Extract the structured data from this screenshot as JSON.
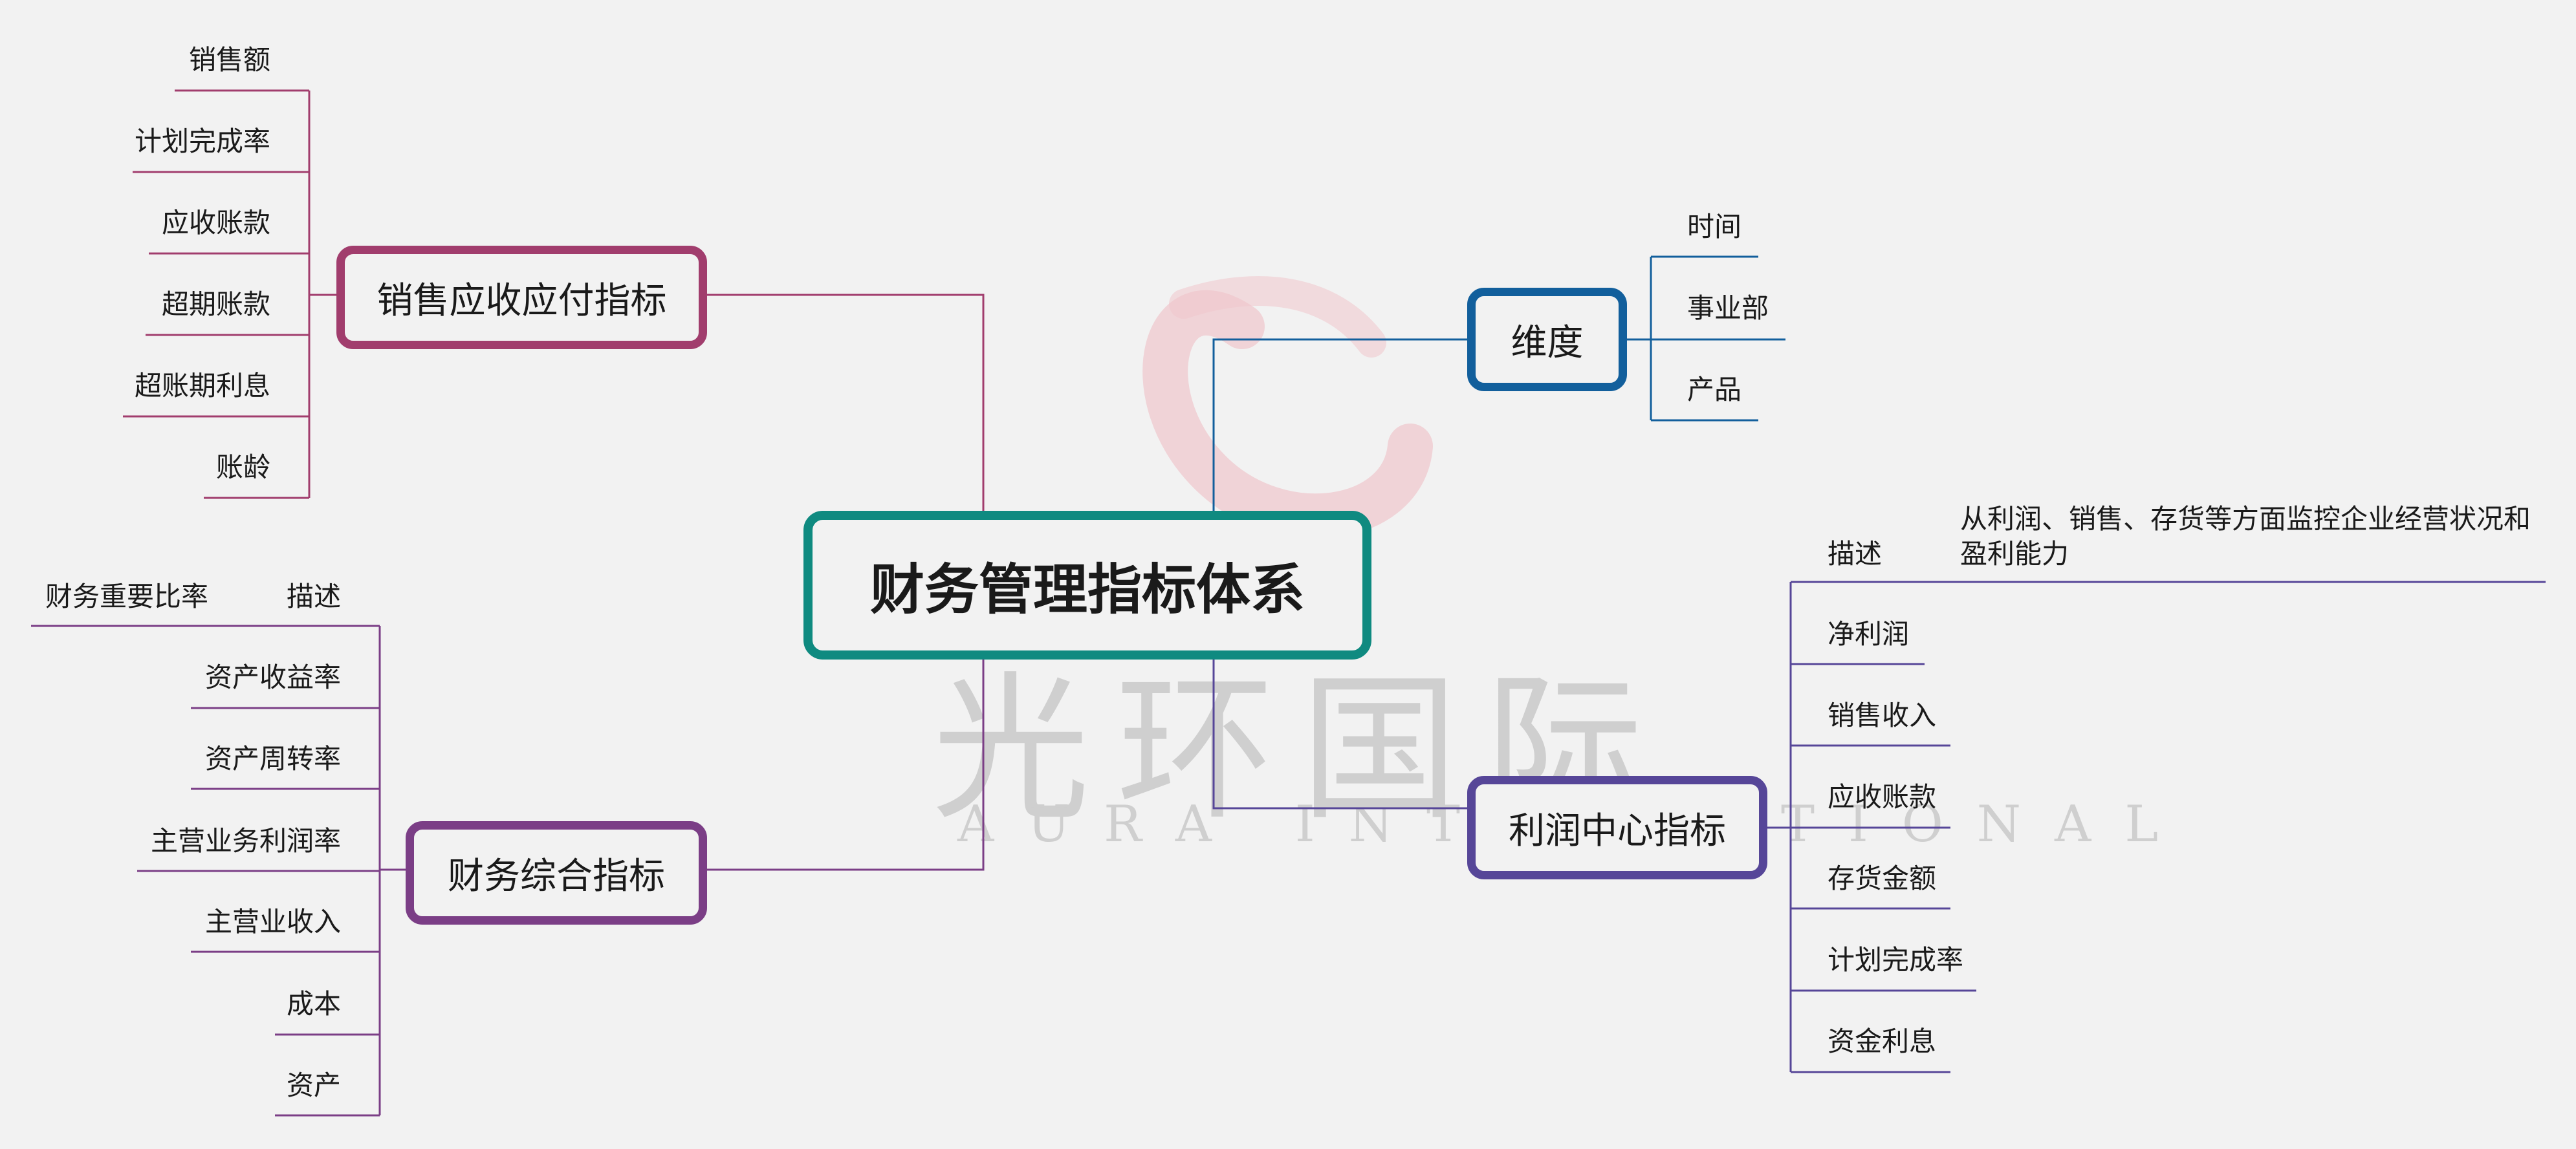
{
  "colors": {
    "background": "#f2f2f2",
    "root": "#0f8a80",
    "sales": "#a13d6d",
    "overall": "#7b3e86",
    "dimension": "#125f9c",
    "profit": "#564698"
  },
  "watermark": {
    "cn": "光环国际",
    "en": "AURA INTERNATIONAL"
  },
  "root": {
    "label": "财务管理指标体系"
  },
  "sales": {
    "label": "销售应收应付指标",
    "items": [
      "销售额",
      "计划完成率",
      "应收账款",
      "超期账款",
      "超账期利息",
      "账龄"
    ]
  },
  "overall": {
    "label": "财务综合指标",
    "desc": "描述",
    "desc_value": "财务重要比率",
    "items": [
      "资产收益率",
      "资产周转率",
      "主营业务利润率",
      "主营业收入",
      "成本",
      "资产"
    ]
  },
  "dimension": {
    "label": "维度",
    "items": [
      "时间",
      "事业部",
      "产品"
    ]
  },
  "profit": {
    "label": "利润中心指标",
    "desc": "描述",
    "desc_value_line1": "从利润、销售、存货等方面监控企业经营状况和",
    "desc_value_line2": "盈利能力",
    "items": [
      "净利润",
      "销售收入",
      "应收账款",
      "存货金额",
      "计划完成率",
      "资金利息"
    ]
  }
}
